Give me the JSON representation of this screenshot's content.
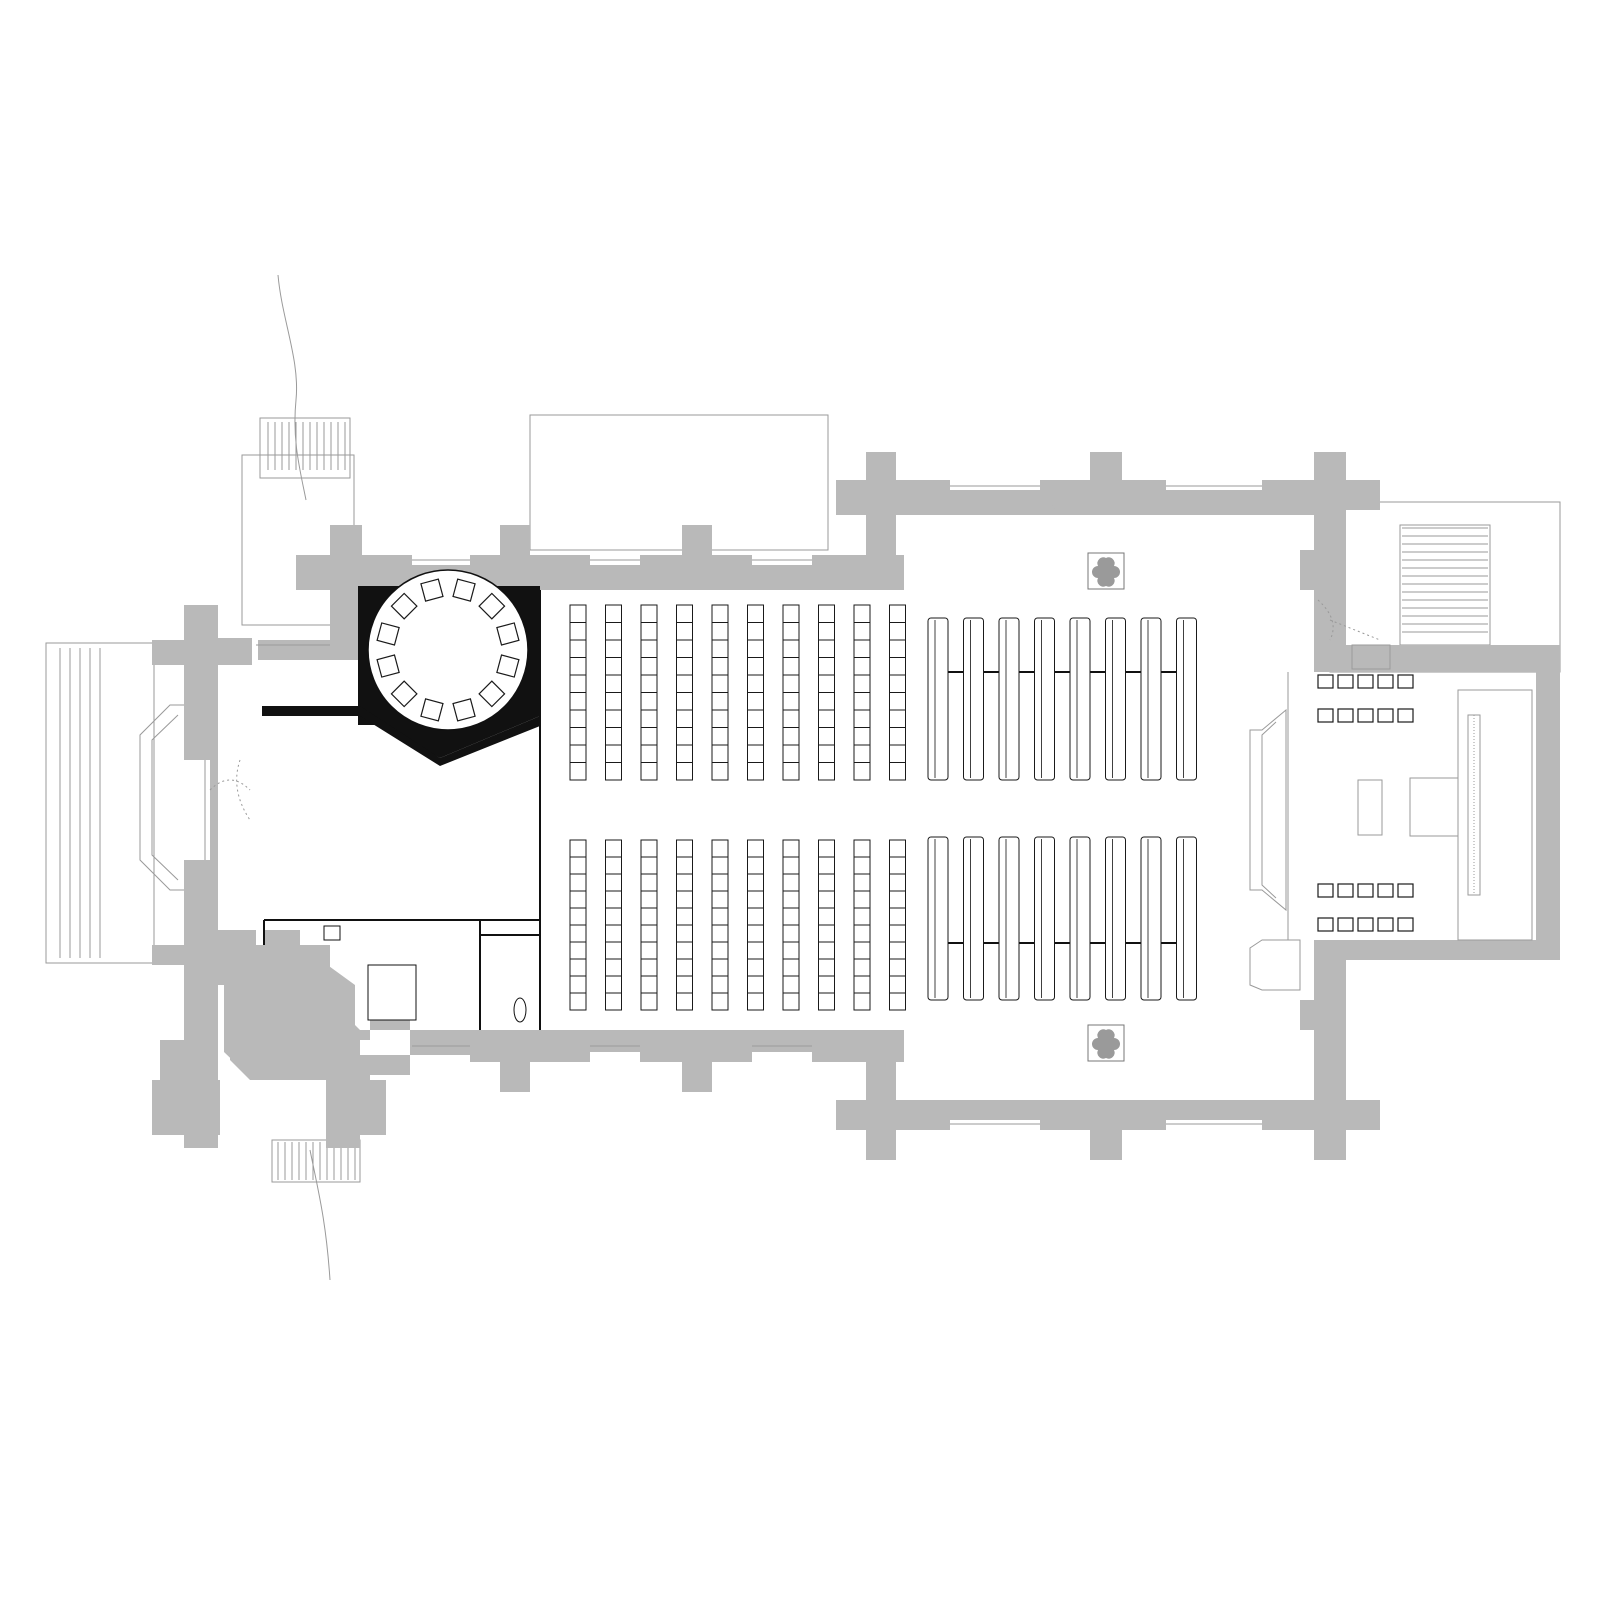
{
  "plan": {
    "wall_color": "#b9b9b9",
    "ink_color": "#111111",
    "background": "#ffffff",
    "nave_left_block": {
      "columns": 10,
      "pews_per_column": 10
    },
    "nave_right_block": {
      "benches": 8
    },
    "choir_chairs": {
      "rows": 4,
      "per_row": 5
    },
    "round_table_chairs": 12
  }
}
